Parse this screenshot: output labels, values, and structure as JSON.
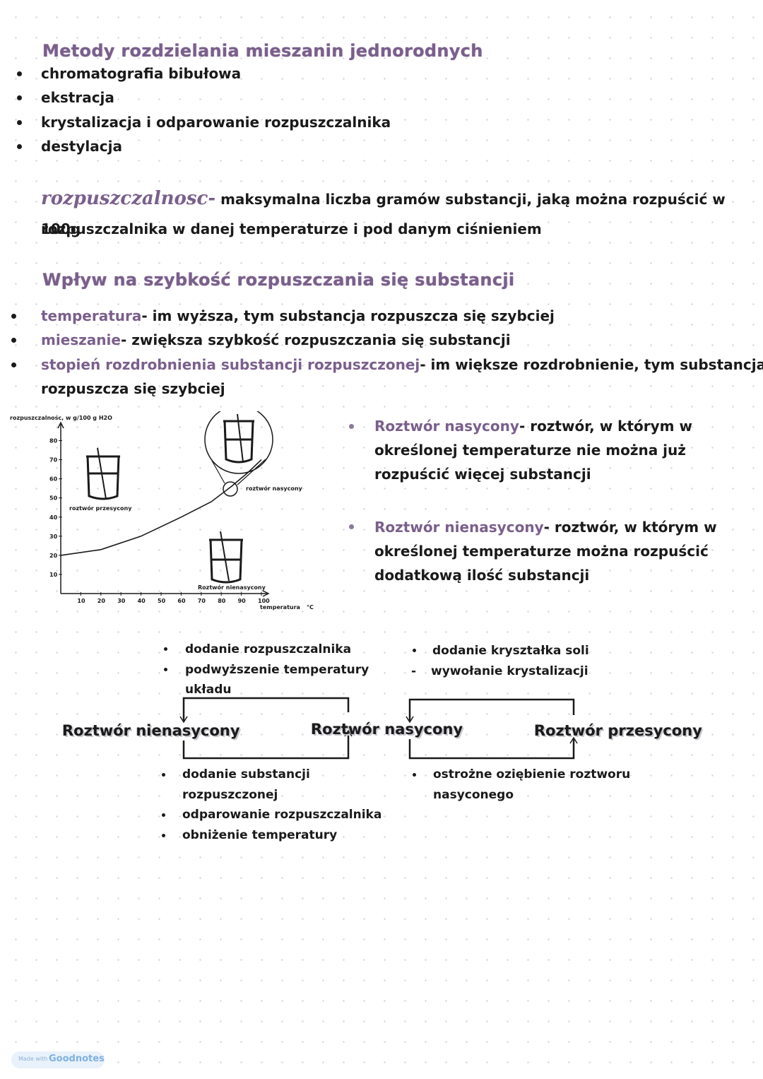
{
  "methods": {
    "title": "Metody rozdzielania mieszanin jednorodnych",
    "items": [
      "chromatografia bibułowa",
      "ekstracja",
      "krystalizacja i odparowanie rozpuszczalnika",
      "destylacja"
    ]
  },
  "solubility": {
    "term": "rozpuszczalnosc",
    "dash": "-",
    "line1": "maksymalna liczba gramów substancji, jaką można rozpuścić w 100g",
    "line2": "rozpuszczalnika w danej temperaturze i pod danym ciśnieniem"
  },
  "factors": {
    "title": "Wpływ na szybkość rozpuszczania się substancji",
    "items": [
      {
        "term": "temperatura",
        "text": "- im wyższa, tym substancja rozpuszcza się szybciej"
      },
      {
        "term": "mieszanie",
        "text": "- zwiększa szybkość rozpuszczania się substancji"
      },
      {
        "term": "stopień rozdrobnienia substancji rozpuszczonej",
        "text": "- im większe rozdrobnienie, tym substancja",
        "text2": "rozpuszcza się szybciej"
      }
    ]
  },
  "chart_data": {
    "type": "line",
    "ylabel": "rozpuszczalnośc, w g/100 g H2O",
    "xlabel": "temperatura",
    "xunit": "°C",
    "x_ticks": [
      "10",
      "20",
      "30",
      "40",
      "50",
      "60",
      "70",
      "80",
      "90",
      "100"
    ],
    "y_ticks": [
      "80",
      "70",
      "60",
      "50",
      "40",
      "30",
      "20",
      "10"
    ],
    "series": [
      {
        "values": [
          [
            0,
            20
          ],
          [
            20,
            23
          ],
          [
            40,
            30
          ],
          [
            60,
            40
          ],
          [
            75,
            48
          ],
          [
            85,
            56
          ],
          [
            93,
            63
          ],
          [
            100,
            70
          ]
        ]
      }
    ],
    "annotations": {
      "saturated": "roztwór nasycony",
      "supersaturated": "roztwór przesycony",
      "unsaturated": "Roztwór nienasycony"
    }
  },
  "definitions": [
    {
      "term": "Roztwór nasycony",
      "lines": [
        "- roztwór, w którym w",
        "określonej temperaturze nie można już",
        "rozpuścić więcej substancji"
      ]
    },
    {
      "term": "Roztwór nienasycony",
      "lines": [
        "- roztwór, w którym w",
        "określonej temperaturze można rozpuścić",
        "dodatkową ilość substancji"
      ]
    }
  ],
  "flow": {
    "nodes": {
      "unsaturated": "Roztwór nienasycony",
      "saturated": "Roztwór nasycony",
      "supersaturated": "Roztwór przesycony"
    },
    "top_left": {
      "items": [
        "dodanie rozpuszczalnika",
        "podwyższenie temperatury"
      ],
      "cont": "układu"
    },
    "top_right": {
      "item1": "dodanie kryształka soli",
      "marker2": "-",
      "item2": "wywołanie krystalizacji"
    },
    "bottom_left": {
      "item1": "dodanie substancji",
      "item1_cont": "rozpuszczonej",
      "item2": "odparowanie rozpuszczalnika",
      "item3": "obniżenie temperatury"
    },
    "bottom_right": {
      "item1": "ostrożne oziębienie roztworu",
      "item1_cont": "nasyconego"
    }
  },
  "footer": {
    "made_with": "Made with",
    "brand": "Goodnotes"
  }
}
